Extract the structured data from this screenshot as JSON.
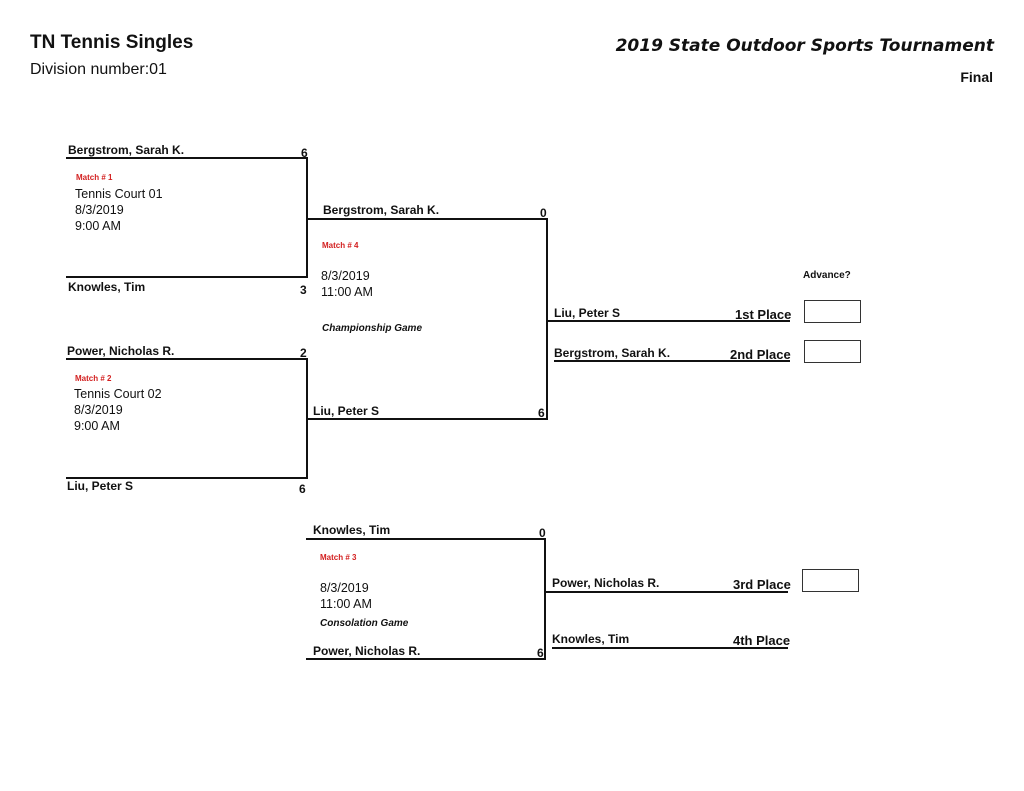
{
  "header": {
    "title": "TN Tennis Singles",
    "division": "Division number:01",
    "tournament": "2019 State Outdoor Sports Tournament",
    "round": "Final"
  },
  "match1": {
    "top_player": "Bergstrom, Sarah K.",
    "top_score": "6",
    "bottom_player": "Knowles, Tim",
    "bottom_score": "3",
    "label": "Match # 1",
    "court": "Tennis Court 01",
    "date": "8/3/2019",
    "time": "9:00 AM"
  },
  "match2": {
    "top_player": "Power, Nicholas R.",
    "top_score": "2",
    "bottom_player": "Liu, Peter S",
    "bottom_score": "6",
    "label": "Match # 2",
    "court": "Tennis Court 02",
    "date": "8/3/2019",
    "time": "9:00 AM"
  },
  "match4": {
    "top_player": "Bergstrom, Sarah K.",
    "top_score": "0",
    "bottom_player": "Liu, Peter S",
    "bottom_score": "6",
    "label": "Match # 4",
    "date": "8/3/2019",
    "time": "11:00 AM",
    "game": "Championship Game"
  },
  "match3": {
    "top_player": "Knowles, Tim",
    "top_score": "0",
    "bottom_player": "Power, Nicholas R.",
    "bottom_score": "6",
    "label": "Match # 3",
    "date": "8/3/2019",
    "time": "11:00 AM",
    "game": "Consolation Game"
  },
  "results": {
    "advance_label": "Advance?",
    "first": {
      "player": "Liu, Peter S",
      "place": "1st Place"
    },
    "second": {
      "player": "Bergstrom, Sarah K.",
      "place": "2nd Place"
    },
    "third": {
      "player": "Power, Nicholas R.",
      "place": "3rd Place"
    },
    "fourth": {
      "player": "Knowles, Tim",
      "place": "4th Place"
    }
  }
}
